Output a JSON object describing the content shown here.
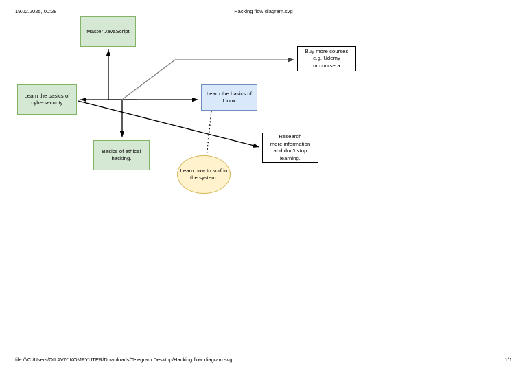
{
  "print": {
    "date": "19.02.2025, 00:28",
    "title": "Hacking flow diagram.svg",
    "url": "file:///C:/Users/OILAVIY KOMPYUTER/Downloads/Telegram Desktop/Hacking flow diagram.svg",
    "page": "1/1"
  },
  "colors": {
    "green_fill": "#d5e8d4",
    "green_stroke": "#82b366",
    "blue_fill": "#dae8fc",
    "blue_stroke": "#6c8ebf",
    "yellow_fill": "#fff2cc",
    "yellow_stroke": "#d6b656",
    "plain_fill": "#ffffff",
    "plain_stroke": "#000000",
    "edge_black": "#000000",
    "edge_gray": "#808080"
  },
  "diagram": {
    "nodes": [
      {
        "id": "master-javascript",
        "label": "Master JavaScript",
        "shape": "rectangle",
        "style": "green"
      },
      {
        "id": "cybersecurity",
        "label": "Learn the basics of\ncybersecurity",
        "shape": "rectangle",
        "style": "green"
      },
      {
        "id": "linux",
        "label": "Learn the basics of\nLinux",
        "shape": "rectangle",
        "style": "blue"
      },
      {
        "id": "ethical-hacking",
        "label": "Basics of ethical\nhacking.",
        "shape": "rectangle",
        "style": "green"
      },
      {
        "id": "buy-courses",
        "label": "Buy more courses\ne.g. Udemy\nor coursera",
        "shape": "rectangle",
        "style": "plain"
      },
      {
        "id": "research",
        "label": "Research\nmore information\nand don't stop\nlearning.",
        "shape": "rectangle",
        "style": "plain"
      },
      {
        "id": "surf-system",
        "label": "Learn how to surf in\nthe system.",
        "shape": "ellipse",
        "style": "yellow"
      }
    ],
    "edges": [
      {
        "id": "hub-to-master-javascript",
        "from": "hub",
        "to": "master-javascript",
        "line": "solid",
        "color": "#000000",
        "arrow": "end"
      },
      {
        "id": "hub-to-cybersecurity",
        "from": "hub",
        "to": "cybersecurity",
        "line": "solid",
        "color": "#000000",
        "arrow": "end"
      },
      {
        "id": "hub-to-linux",
        "from": "hub",
        "to": "linux",
        "line": "solid",
        "color": "#000000",
        "arrow": "end"
      },
      {
        "id": "hub-to-ethical-hacking",
        "from": "hub",
        "to": "ethical-hacking",
        "line": "solid",
        "color": "#000000",
        "arrow": "end"
      },
      {
        "id": "hub-to-buy-courses",
        "from": "hub",
        "to": "buy-courses",
        "line": "solid",
        "color": "#808080",
        "arrow": "end"
      },
      {
        "id": "cybersecurity-to-research",
        "from": "cybersecurity",
        "to": "research",
        "line": "solid",
        "color": "#000000",
        "arrow": "end"
      },
      {
        "id": "linux-to-surf-system",
        "from": "linux",
        "to": "surf-system",
        "line": "dotted",
        "color": "#000000",
        "arrow": "none"
      }
    ]
  }
}
